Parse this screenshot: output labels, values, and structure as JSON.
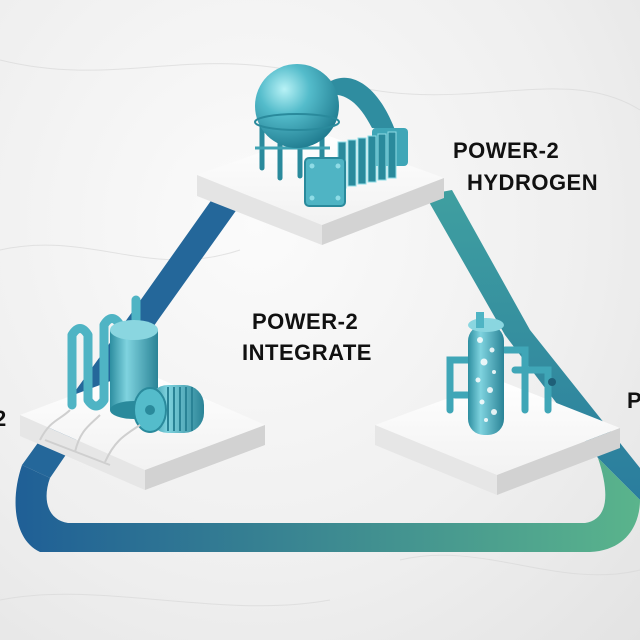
{
  "labels": {
    "hydrogen_line1": "POWER-2",
    "hydrogen_line2": "HYDROGEN",
    "integrate_line1": "POWER-2",
    "integrate_line2": "INTEGRATE",
    "left_edge": "2",
    "right_edge": "P"
  },
  "colors": {
    "loop_start": "#1f5f96",
    "loop_end": "#5ab48c",
    "equipment": "#4fb4c4",
    "equipment_dark": "#2a8a9c",
    "platform": "#ffffff"
  },
  "icons": [
    "hydrogen-sphere-tank-icon",
    "electrolyzer-stack-icon",
    "heat-exchanger-coil-icon",
    "storage-tank-icon",
    "compressor-icon",
    "reactor-column-icon"
  ]
}
